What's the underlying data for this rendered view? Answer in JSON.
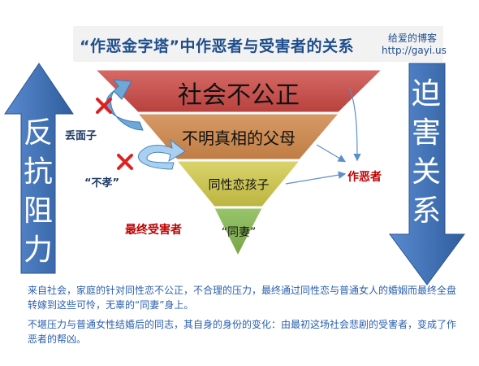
{
  "title": "“作恶金字塔”中作恶者与受害者的关系",
  "blog": {
    "name": "给爱的博客",
    "url": "http://gayi.us"
  },
  "pyramid": {
    "tiers": [
      {
        "label": "社会不公正",
        "color": "#c0504d"
      },
      {
        "label": "不明真相的父母",
        "color": "#c9844d"
      },
      {
        "label": "同性恋孩子",
        "color": "#c9c04d"
      },
      {
        "label": "“同妻”",
        "color": "#82b154"
      }
    ]
  },
  "left_arrow": {
    "chars": [
      "反",
      "抗",
      "阻",
      "力"
    ],
    "color": "#3c6ca8"
  },
  "right_arrow": {
    "chars": [
      "迫",
      "害",
      "关",
      "系"
    ],
    "color": "#3c6ca8"
  },
  "labels": {
    "face": "丢面子",
    "unfilial": "“不孝”",
    "evildoer": "作恶者",
    "final_victim": "最终受害者"
  },
  "captions": [
    "来自社会，家庭的针对同性恋不公正，不合理的压力，最终通过同性恋与普通女人的婚姻而最终全盘转嫁到这些可怜，无辜的“同妻”身上。",
    "不堪压力与普通女性结婚后的同志，其自身的身份的变化：由最初这场社会悲剧的受害者，变成了作恶者的帮凶。"
  ]
}
